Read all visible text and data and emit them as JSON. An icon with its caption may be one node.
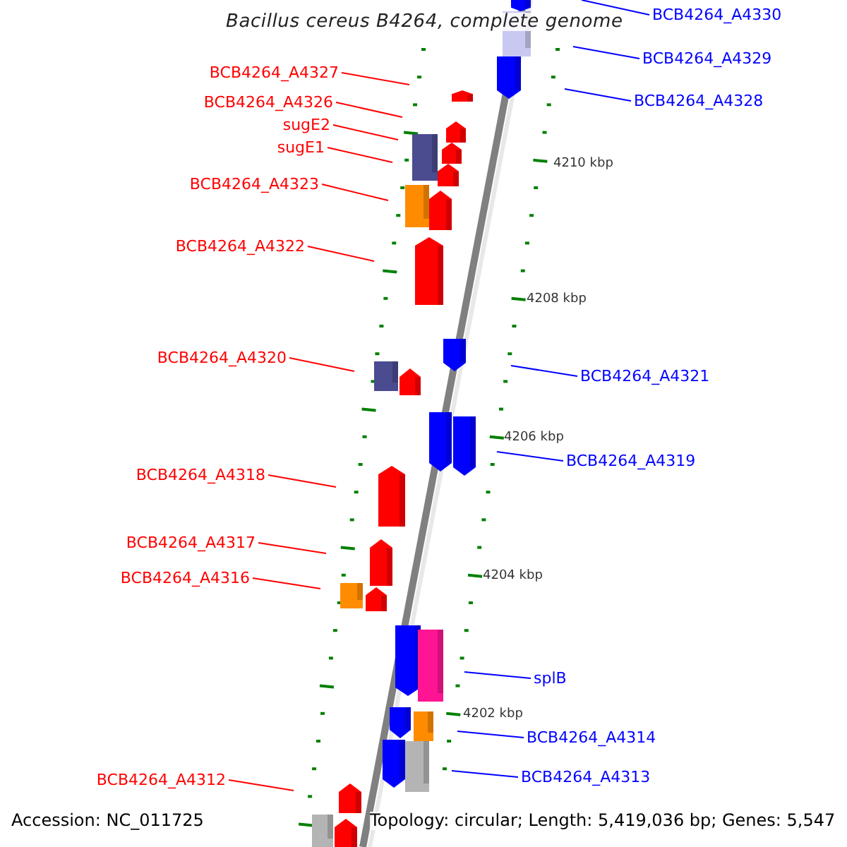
{
  "diagram": {
    "title": "Bacillus cereus B4264, complete genome",
    "nodes": [
      {
        "text": [
          "BCB4264_A4330"
        ]
      },
      {
        "text": [
          "BCB4264_A4329"
        ]
      },
      {
        "text": [
          "BCB4264_A4327"
        ]
      },
      {
        "text": [
          "BCB4264_A4326"
        ]
      },
      {
        "text": [
          "BCB4264_A4328"
        ]
      },
      {
        "text": [
          "sugE2"
        ]
      },
      {
        "text": [
          "sugE1"
        ]
      },
      {
        "text": [
          "BCB4264_A4323"
        ]
      },
      {
        "text": [
          "BCB4264_A4322"
        ]
      },
      {
        "text": [
          "BCB4264_A4320"
        ]
      },
      {
        "text": [
          "BCB4264_A4321"
        ]
      },
      {
        "text": [
          "BCB4264_A4319"
        ]
      },
      {
        "text": [
          "BCB4264_A4318"
        ]
      },
      {
        "text": [
          "BCB4264_A4317"
        ]
      },
      {
        "text": [
          "BCB4264_A4316"
        ]
      },
      {
        "text": [
          "splB"
        ]
      },
      {
        "text": [
          "BCB4264_A4314"
        ]
      },
      {
        "text": [
          "BCB4264_A4313"
        ]
      },
      {
        "text": [
          "BCB4264_A4312"
        ]
      }
    ],
    "edges": [
      {
        "from": 0,
        "to": null,
        "arrow": "none",
        "color": "#0000ff"
      },
      {
        "from": 1,
        "to": null,
        "arrow": "none",
        "color": "#0000ff"
      },
      {
        "from": 2,
        "to": null,
        "arrow": "none"
      },
      {
        "from": 3,
        "to": null,
        "arrow": "none"
      },
      {
        "from": 4,
        "to": null,
        "arrow": "none",
        "color": "#0000ff"
      },
      {
        "from": 5,
        "to": null,
        "arrow": "none"
      },
      {
        "from": 6,
        "to": null,
        "arrow": "none"
      },
      {
        "from": 7,
        "to": null,
        "arrow": "none"
      },
      {
        "from": 8,
        "to": null,
        "arrow": "none"
      },
      {
        "from": 9,
        "to": null,
        "arrow": "none"
      },
      {
        "from": 10,
        "to": null,
        "arrow": "none",
        "color": "#0000ff"
      },
      {
        "from": 11,
        "to": null,
        "arrow": "none",
        "color": "#0000ff"
      },
      {
        "from": 12,
        "to": null,
        "arrow": "none"
      },
      {
        "from": 13,
        "to": null,
        "arrow": "none"
      },
      {
        "from": 14,
        "to": null,
        "arrow": "none"
      },
      {
        "from": 15,
        "to": null,
        "arrow": "none",
        "color": "#0000ff"
      },
      {
        "from": 16,
        "to": null,
        "arrow": "none",
        "color": "#0000ff"
      },
      {
        "from": 17,
        "to": null,
        "arrow": "none",
        "color": "#0000ff"
      },
      {
        "from": 18,
        "to": null,
        "arrow": "none"
      }
    ],
    "labels": [
      "4210 kbp",
      "4208 kbp",
      "4206 kbp",
      "4204 kbp",
      "4202 kbp",
      "Accession: NC_011725",
      "Topology: circular; Length: 5,419,036 bp; Genes: 5,547"
    ]
  }
}
